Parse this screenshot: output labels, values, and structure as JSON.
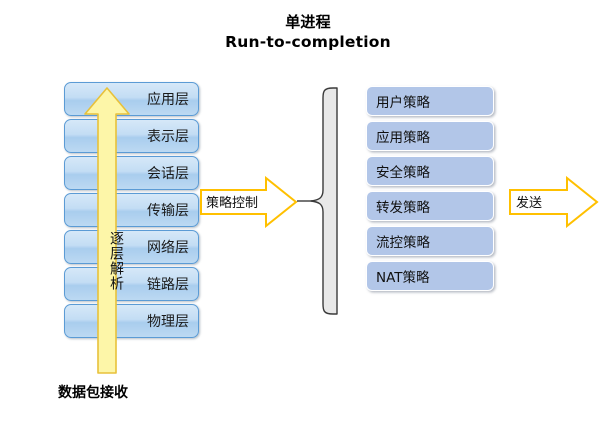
{
  "title": {
    "line1": "单进程",
    "line2": "Run-to-completion"
  },
  "osi_stack": {
    "layers": [
      {
        "label": "应用层"
      },
      {
        "label": "表示层"
      },
      {
        "label": "会话层"
      },
      {
        "label": "传输层"
      },
      {
        "label": "网络层"
      },
      {
        "label": "链路层"
      },
      {
        "label": "物理层"
      }
    ]
  },
  "uplink_arrow": {
    "label": "逐层解析",
    "fill": "#fdf6a8",
    "stroke": "#e8c13a"
  },
  "bottom_caption": {
    "label": "数据包接收"
  },
  "policy_arrow": {
    "label": "策略控制",
    "fill": "#ffffff",
    "stroke": "#ffc000"
  },
  "policy_stack": {
    "items": [
      {
        "label": "用户策略"
      },
      {
        "label": "应用策略"
      },
      {
        "label": "安全策略"
      },
      {
        "label": "转发策略"
      },
      {
        "label": "流控策略"
      },
      {
        "label": "NAT策略"
      }
    ],
    "fill": "#b2c6e8"
  },
  "send_arrow": {
    "label": "发送",
    "fill": "#ffffff",
    "stroke": "#ffc000"
  },
  "brace": {
    "fill": "#e8e8e8",
    "stroke": "#3a3a3a"
  },
  "colors": {
    "layer_border": "#5b9bd5",
    "layer_fill_top": "#d6e8f8",
    "layer_fill_bottom": "#bcd9f2",
    "background": "#ffffff",
    "text": "#000000"
  }
}
